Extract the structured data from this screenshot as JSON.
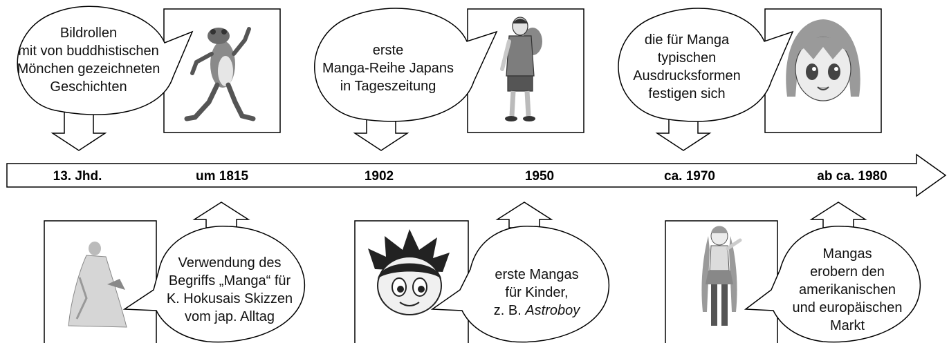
{
  "timeline": {
    "labels": [
      "13. Jhd.",
      "um 1815",
      "1902",
      "1950",
      "ca. 1970",
      "ab ca. 1980"
    ]
  },
  "events_top": [
    {
      "period": "13. Jhd.",
      "lines": [
        "Bildrollen",
        "mit von buddhistischen",
        "Mönchen gezeichneten",
        "Geschichten"
      ],
      "illustration": "frog-illustration"
    },
    {
      "period": "1902",
      "lines": [
        "erste",
        "Manga-Reihe Japans",
        "in Tageszeitung"
      ],
      "illustration": "man-with-backpack-illustration"
    },
    {
      "period": "ca. 1970",
      "lines": [
        "die für Manga",
        "typischen",
        "Ausdrucksformen",
        "festigen sich"
      ],
      "illustration": "manga-girl-face-illustration"
    }
  ],
  "events_bottom": [
    {
      "period": "um 1815",
      "lines": [
        "Verwendung des",
        "Begriffs „Manga“ für",
        "K. Hokusais Skizzen",
        "vom jap. Alltag"
      ],
      "illustration": "hokusai-figure-illustration"
    },
    {
      "period": "1950",
      "lines": [
        "erste Mangas",
        "für Kinder,",
        "z. B.",
        "Astroboy"
      ],
      "illustration": "astroboy-illustration"
    },
    {
      "period": "ab ca. 1980",
      "lines": [
        "Mangas",
        "erobern den",
        "amerikanischen",
        "und europäischen",
        "Markt"
      ],
      "illustration": "sailor-girl-illustration"
    }
  ],
  "colors": {
    "stroke": "#000000",
    "background": "#ffffff"
  }
}
